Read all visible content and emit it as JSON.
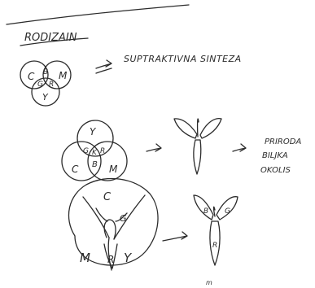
{
  "heading": "RODIZAIN",
  "section1": {
    "venn_labels": [
      "C",
      "B",
      "M",
      "G",
      "R",
      "Y"
    ],
    "caption": "SUPTRAKTIVNA SINTEZA"
  },
  "section2": {
    "venn_labels": [
      "Y",
      "G",
      "K",
      "R",
      "C",
      "B",
      "M"
    ],
    "note_lines": [
      "PRIRODA",
      "BILJKA",
      "OKOLIS"
    ]
  },
  "section3": {
    "venn_labels": [
      "C",
      "M",
      "R",
      "Y",
      "G"
    ],
    "plant_labels": [
      "B",
      "G",
      "R"
    ]
  },
  "footer_mark": "m"
}
